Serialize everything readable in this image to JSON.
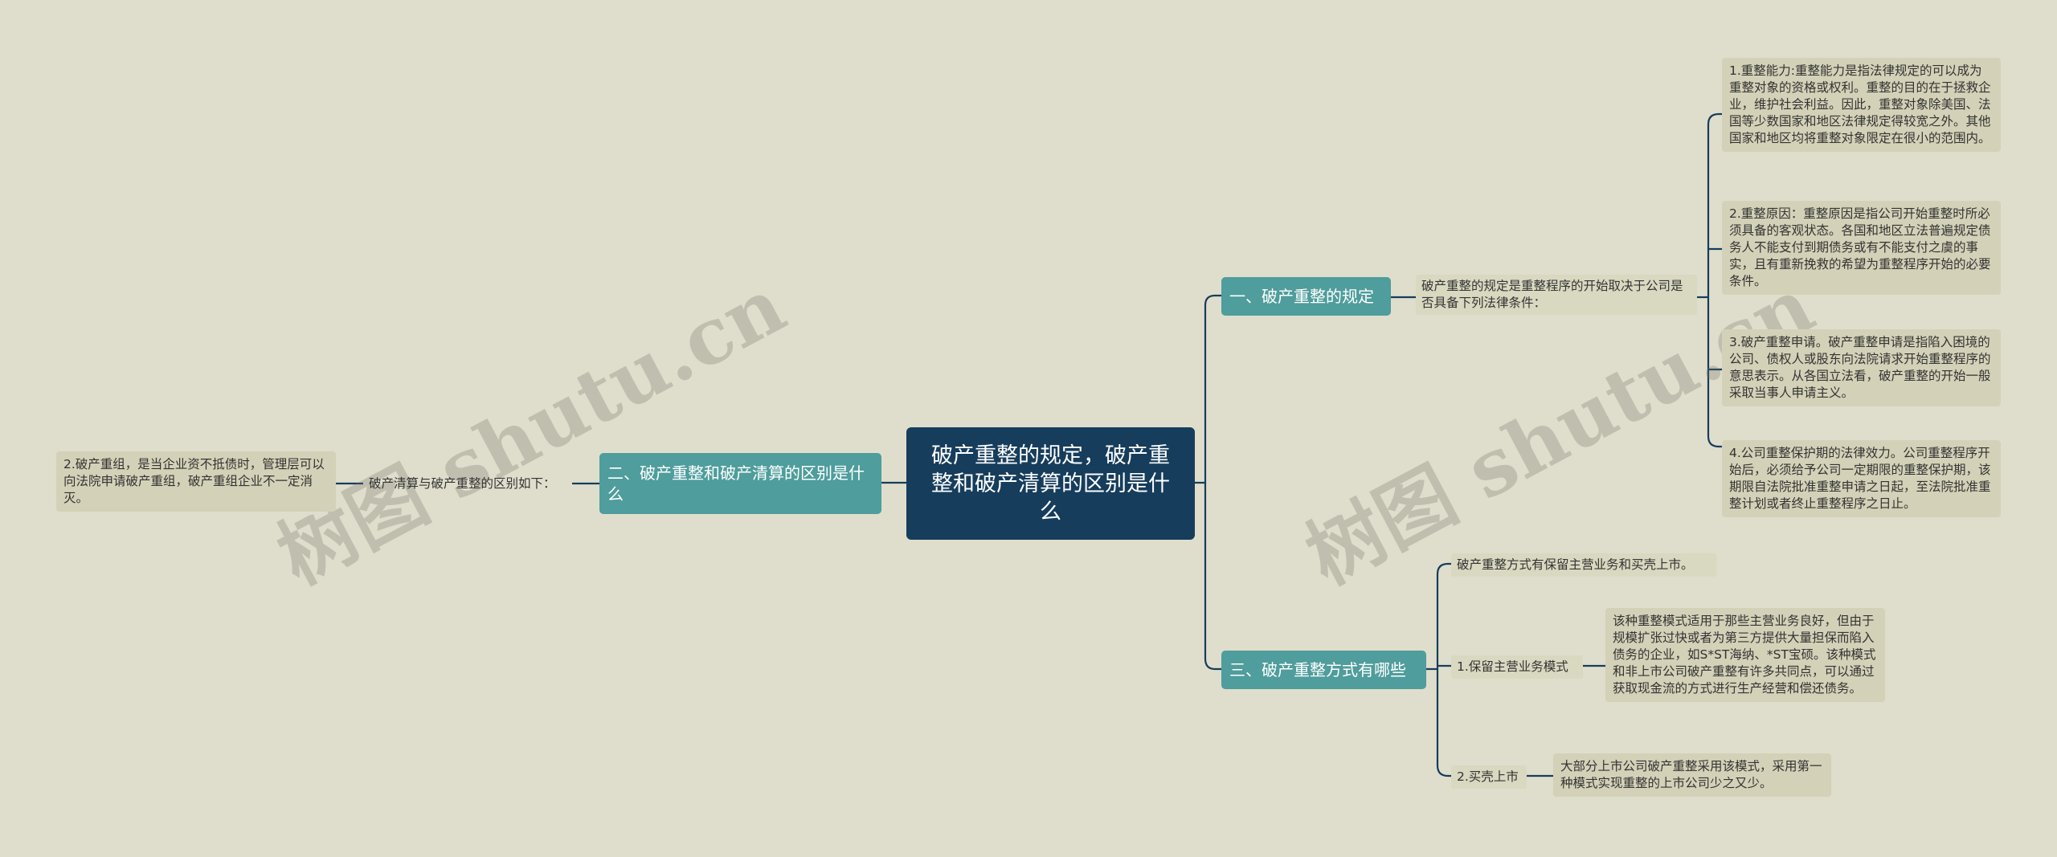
{
  "root": {
    "label": "破产重整的规定，破产重整和破产清算的区别是什么"
  },
  "topics": {
    "t1": {
      "label": "一、破产重整的规定",
      "intro": "破产重整的规定是重整程序的开始取决于公司是否具备下列法律条件：",
      "items": [
        "1.重整能力:重整能力是指法律规定的可以成为重整对象的资格或权利。重整的目的在于拯救企业，维护社会利益。因此，重整对象除美国、法国等少数国家和地区法律规定得较宽之外。其他国家和地区均将重整对象限定在很小的范围内。",
        "2.重整原因：重整原因是指公司开始重整时所必须具备的客观状态。各国和地区立法普遍规定债务人不能支付到期债务或有不能支付之虞的事实，且有重新挽救的希望为重整程序开始的必要条件。",
        "3.破产重整申请。破产重整申请是指陷入困境的公司、债权人或股东向法院请求开始重整程序的意思表示。从各国立法看，破产重整的开始一般采取当事人申请主义。",
        "4.公司重整保护期的法律效力。公司重整程序开始后，必须给予公司一定期限的重整保护期，该期限自法院批准重整申请之日起，至法院批准重整计划或者终止重整程序之日止。"
      ]
    },
    "t2": {
      "label": "二、破产重整和破产清算的区别是什么",
      "sub": "破产清算与破产重整的区别如下：",
      "detail": "2.破产重组，是当企业资不抵债时，管理层可以向法院申请破产重组，破产重组企业不一定消灭。"
    },
    "t3": {
      "label": "三、破产重整方式有哪些",
      "intro": "破产重整方式有保留主营业务和买壳上市。",
      "way1": {
        "label": "1.保留主营业务模式",
        "detail": "该种重整模式适用于那些主营业务良好，但由于规模扩张过快或者为第三方提供大量担保而陷入债务的企业，如S*ST海纳、*ST宝硕。该种模式和非上市公司破产重整有许多共同点，可以通过获取现金流的方式进行生产经营和偿还债务。"
      },
      "way2": {
        "label": "2.买壳上市",
        "detail": "大部分上市公司破产重整采用该模式，采用第一种模式实现重整的上市公司少之又少。"
      }
    }
  },
  "watermarks": [
    "树图 shutu.cn",
    "树图 shutu.cn"
  ],
  "colors": {
    "background": "#dfdecc",
    "root": "#163d5c",
    "topic": "#4f9d9c",
    "leaf": "#d3d1b7",
    "connector": "#163d5c"
  }
}
